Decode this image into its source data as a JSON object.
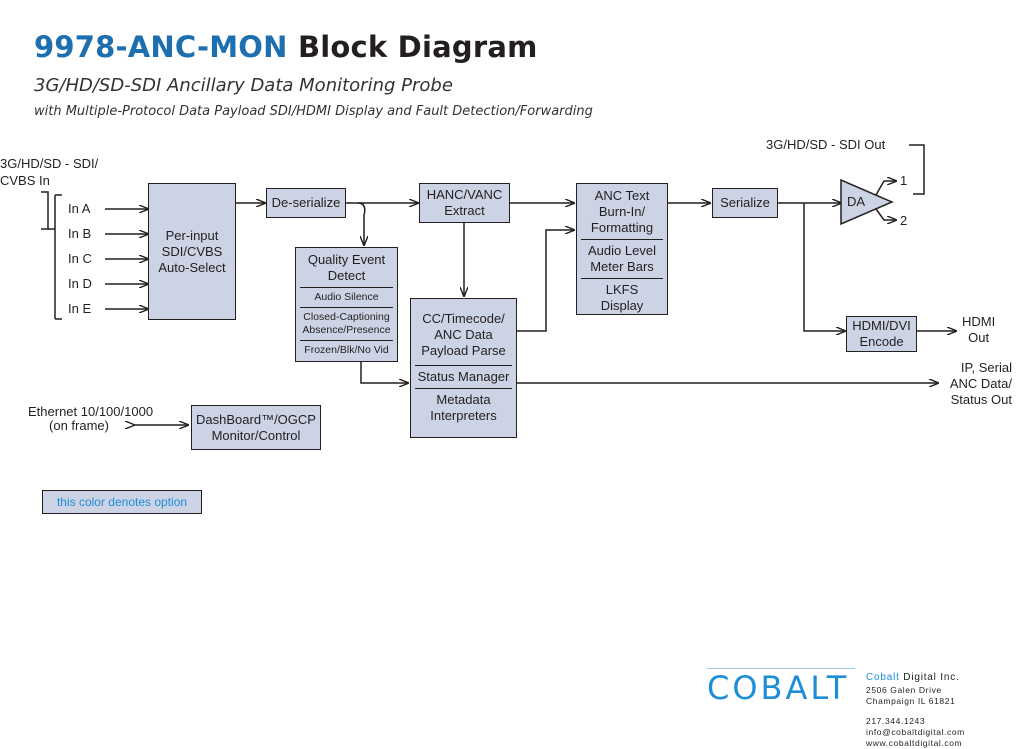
{
  "header": {
    "title_model": "9978-ANC-MON",
    "title_rest": "Block Diagram",
    "subtitle": "3G/HD/SD-SDI Ancillary Data Monitoring Probe",
    "subtitle2": "with Multiple-Protocol Data Payload SDI/HDMI Display and Fault Detection/Forwarding"
  },
  "inputs": {
    "heading_line1": "3G/HD/SD - SDI/",
    "heading_line2": "CVBS In",
    "items": [
      "In A",
      "In B",
      "In C",
      "In D",
      "In E"
    ]
  },
  "blocks": {
    "auto_select": [
      "Per-input",
      "SDI/CVBS",
      "Auto-Select"
    ],
    "deserialize": "De-serialize",
    "hanc_vanc": [
      "HANC/VANC",
      "Extract"
    ],
    "quality": {
      "title": [
        "Quality Event",
        "Detect"
      ],
      "items": [
        "Audio Silence",
        "Closed-Captioning Absence/Presence",
        "Frozen/Blk/No Vid"
      ]
    },
    "cc_parse": {
      "title": [
        "CC/Timecode/",
        "ANC Data",
        "Payload Parse"
      ],
      "status": "Status Manager",
      "metadata": [
        "Metadata",
        "Interpreters"
      ]
    },
    "burnin": {
      "title": [
        "ANC Text",
        "Burn-In/",
        "Formatting"
      ],
      "audio": [
        "Audio Level",
        "Meter Bars"
      ],
      "lkfs": [
        "LKFS",
        "Display"
      ]
    },
    "serialize": "Serialize",
    "da": "DA",
    "hdmi": [
      "HDMI/DVI",
      "Encode"
    ],
    "dashboard": [
      "DashBoard™/OGCP",
      "Monitor/Control"
    ]
  },
  "outputs": {
    "sdi_out": "3G/HD/SD - SDI Out",
    "da_1": "1",
    "da_2": "2",
    "hdmi_out": [
      "HDMI",
      "Out"
    ],
    "ip_out": [
      "IP, Serial",
      "ANC Data/",
      "Status Out"
    ]
  },
  "ethernet": [
    "Ethernet 10/100/1000",
    "(on frame)"
  ],
  "legend": "this color denotes option",
  "company": {
    "logo": "COBALT",
    "name_hl": "Cobalt",
    "name_rest": " Digital Inc.",
    "address1": "2506 Galen Drive",
    "address2": "Champaign IL  61821",
    "phone": "217.344.1243",
    "email": "info@cobaltdigital.com",
    "web": "www.cobaltdigital.com"
  },
  "colors": {
    "block_fill": "#ccd3e4",
    "accent": "#1d6fb0",
    "option_text": "#1d8ed6",
    "line": "#231f20"
  }
}
